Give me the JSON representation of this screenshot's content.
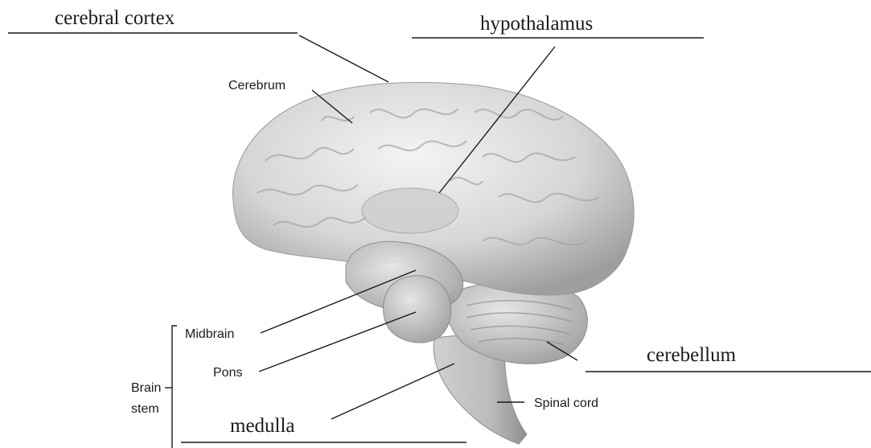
{
  "labels": {
    "cerebral_cortex": "cerebral cortex",
    "hypothalamus": "hypothalamus",
    "cerebrum": "Cerebrum",
    "midbrain": "Midbrain",
    "pons": "Pons",
    "brain_stem_line1": "Brain",
    "brain_stem_line2": "stem",
    "medulla": "medulla",
    "spinal_cord": "Spinal cord",
    "cerebellum": "cerebellum"
  },
  "colors": {
    "brain_base": "#d9d9d9",
    "brain_shadow": "#a8a8a8",
    "brain_highlight": "#f3f3f3",
    "ink": "#1a1a1a"
  }
}
